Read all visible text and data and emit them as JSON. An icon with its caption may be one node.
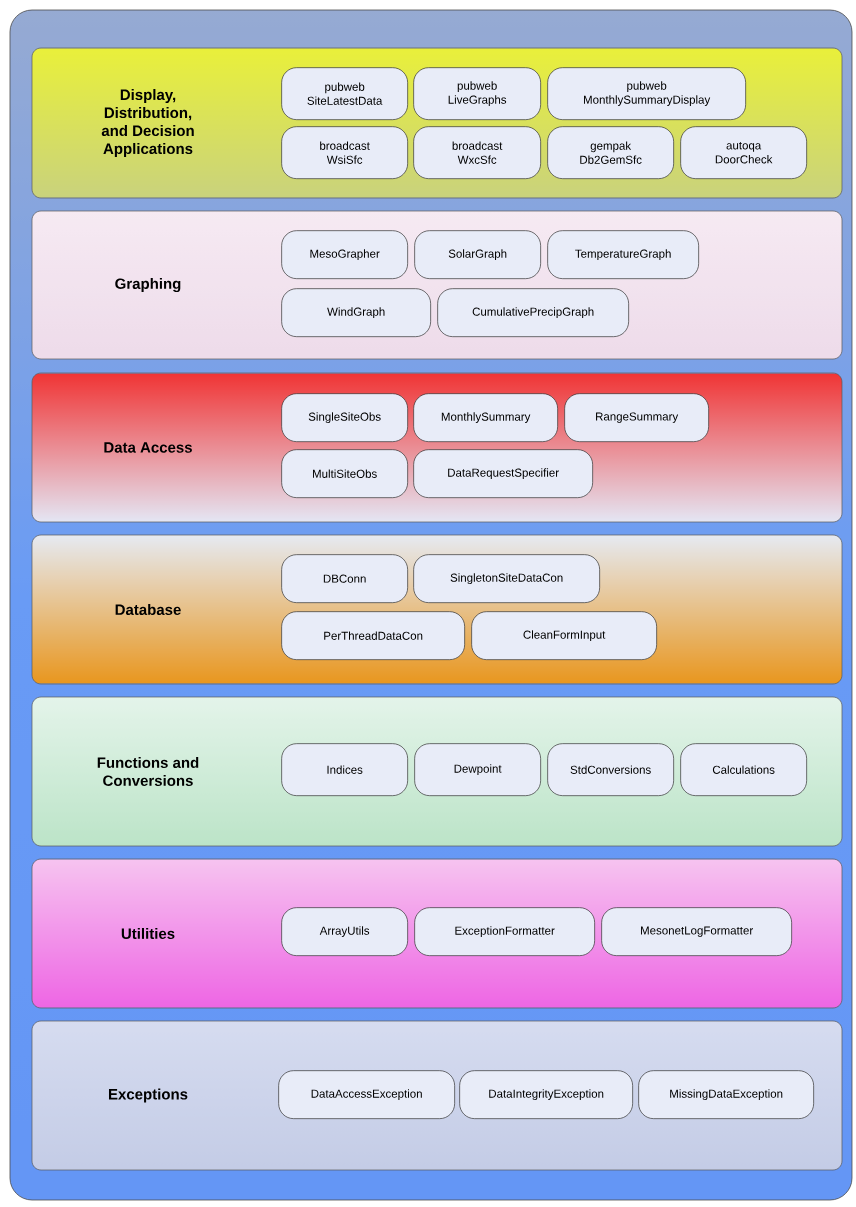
{
  "diagram": {
    "nodes": [
      {
        "text": [
          "Display, Distribution, and Decision Applications"
        ]
      },
      {
        "text": [
          "pubweb SiteLatestData"
        ],
        "in": 0
      },
      {
        "text": [
          "pubweb LiveGraphs"
        ],
        "in": 0
      },
      {
        "text": [
          "pubweb MonthlySummaryDisplay"
        ],
        "in": 0
      },
      {
        "text": [
          "broadcast WsiSfc"
        ],
        "in": 0
      },
      {
        "text": [
          "broadcast WxcSfc"
        ],
        "in": 0
      },
      {
        "text": [
          "gempak Db2GemSfc"
        ],
        "in": 0
      },
      {
        "text": [
          "autoqa DoorCheck"
        ],
        "in": 0
      },
      {
        "text": [
          "Graphing"
        ]
      },
      {
        "text": [
          "MesoGrapher"
        ],
        "in": 8
      },
      {
        "text": [
          "SolarGraph"
        ],
        "in": 8
      },
      {
        "text": [
          "TemperatureGraph"
        ],
        "in": 8
      },
      {
        "text": [
          "WindGraph"
        ],
        "in": 8
      },
      {
        "text": [
          "CumulativePrecipGraph"
        ],
        "in": 8
      },
      {
        "text": [
          "Data Access"
        ]
      },
      {
        "text": [
          "SingleSiteObs"
        ],
        "in": 14
      },
      {
        "text": [
          "MonthlySummary"
        ],
        "in": 14
      },
      {
        "text": [
          "RangeSummary"
        ],
        "in": 14
      },
      {
        "text": [
          "MultiSiteObs"
        ],
        "in": 14
      },
      {
        "text": [
          "DataRequestSpecifier"
        ],
        "in": 14
      },
      {
        "text": [
          "Database"
        ]
      },
      {
        "text": [
          "DBConn"
        ],
        "in": 20
      },
      {
        "text": [
          "SingletonSiteDataCon"
        ],
        "in": 20
      },
      {
        "text": [
          "PerThreadDataCon"
        ],
        "in": 20
      },
      {
        "text": [
          "CleanFormInput"
        ],
        "in": 20
      },
      {
        "text": [
          "Functions and Conversions"
        ]
      },
      {
        "text": [
          "Indices"
        ],
        "in": 25
      },
      {
        "text": [
          "Dewpoint"
        ],
        "in": 25
      },
      {
        "text": [
          "StdConversions"
        ],
        "in": 25
      },
      {
        "text": [
          "Calculations"
        ],
        "in": 25
      },
      {
        "text": [
          "Utilities"
        ]
      },
      {
        "text": [
          "ArrayUtils"
        ],
        "in": 30
      },
      {
        "text": [
          "ExceptionFormatter"
        ],
        "in": 30
      },
      {
        "text": [
          "MesonetLogFormatter"
        ],
        "in": 30
      },
      {
        "text": [
          "Exceptions"
        ]
      },
      {
        "text": [
          "DataAccessException"
        ],
        "in": 34
      },
      {
        "text": [
          "DataIntegrityException"
        ],
        "in": 34
      },
      {
        "text": [
          "MissingDataException"
        ],
        "in": 34
      }
    ]
  }
}
